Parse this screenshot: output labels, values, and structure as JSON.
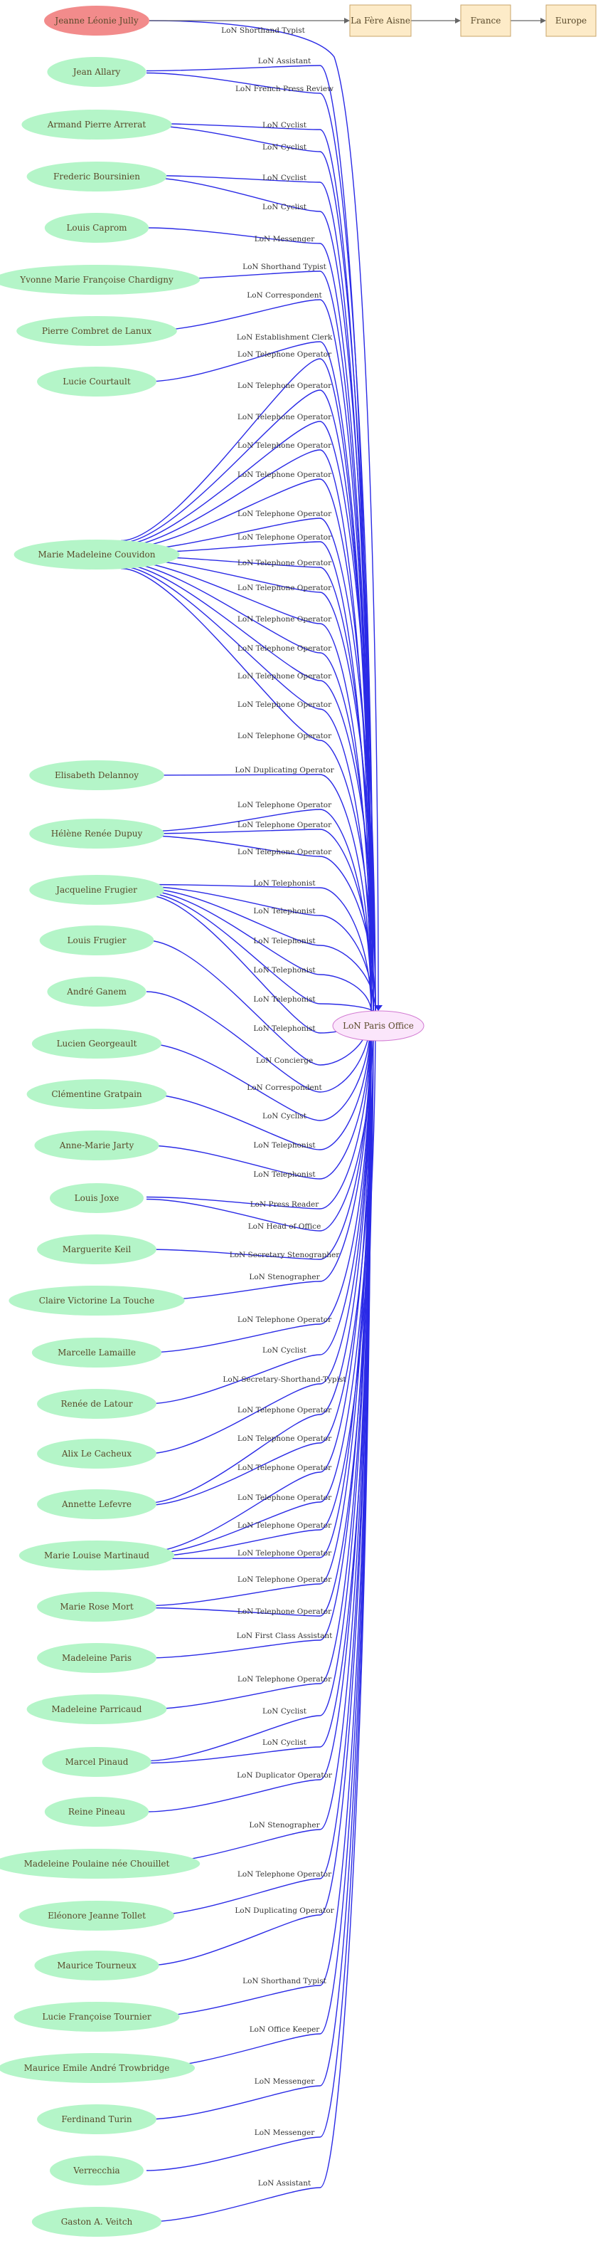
{
  "focus_person": {
    "name": "Jeanne Léonie Jully",
    "color": "#f28b8b"
  },
  "places": [
    {
      "id": "la-fere",
      "label": "La Fère Aisne"
    },
    {
      "id": "france",
      "label": "France"
    },
    {
      "id": "europe",
      "label": "Europe"
    }
  ],
  "office": {
    "label": "LoN Paris Office",
    "fill": "#fbe6fb",
    "stroke": "#d27ad2"
  },
  "colors": {
    "person_fill": "#b4f5c8",
    "edge": "#2a2ae6",
    "place_fill": "#fdebc8"
  },
  "people": [
    {
      "name": "Jean Allary",
      "roles": [
        "LoN Assistant",
        "LoN French Press Review"
      ]
    },
    {
      "name": "Armand Pierre Arrerat",
      "roles": [
        "LoN Cyclist",
        "LoN Cyclist"
      ]
    },
    {
      "name": "Frederic Boursinien",
      "roles": [
        "LoN Cyclist",
        "LoN Cyclist"
      ]
    },
    {
      "name": "Louis Caprom",
      "roles": [
        "LoN Messenger"
      ]
    },
    {
      "name": "Yvonne Marie Françoise Chardigny",
      "roles": [
        "LoN Shorthand Typist"
      ]
    },
    {
      "name": "Pierre Combret de Lanux",
      "roles": [
        "LoN Correspondent"
      ]
    },
    {
      "name": "Lucie Courtault",
      "roles": [
        "LoN Establishment Clerk"
      ]
    },
    {
      "name": "Marie Madeleine Couvidon",
      "roles": [
        "LoN Telephone Operator",
        "LoN Telephone Operator",
        "LoN Telephone Operator",
        "LoN Telephone Operator",
        "LoN Telephone Operator",
        "LoN Telephone Operator",
        "LoN Telephone Operator",
        "LoN Telephone Operator",
        "LoN Telephone Operator",
        "LoN Telephone Operator",
        "LoN Telephone Operator",
        "LoN Telephone Operator",
        "LoN Telephone Operator",
        "LoN Telephone Operator"
      ]
    },
    {
      "name": "Elisabeth Delannoy",
      "roles": [
        "LoN Duplicating Operator"
      ]
    },
    {
      "name": "Hélène Renée Dupuy",
      "roles": [
        "LoN Telephone Operator",
        "LoN Telephone Operator",
        "LoN Telephone Operator"
      ]
    },
    {
      "name": "Jacqueline Frugier",
      "roles": [
        "LoN Telephonist",
        "LoN Telephonist",
        "LoN Telephonist",
        "LoN Telephonist",
        "LoN Telephonist",
        "LoN Telephonist"
      ]
    },
    {
      "name": "Louis  Frugier",
      "roles": [
        "LoN Concierge"
      ]
    },
    {
      "name": "André Ganem",
      "roles": [
        "LoN Correspondent"
      ]
    },
    {
      "name": "Lucien Georgeault",
      "roles": [
        "LoN Cyclist"
      ]
    },
    {
      "name": "Clémentine Gratpain",
      "roles": [
        "LoN Telephonist"
      ]
    },
    {
      "name": "Anne-Marie Jarty",
      "roles": [
        "LoN Telephonist"
      ]
    },
    {
      "name": "Louis Joxe",
      "roles": [
        "LoN Press Reader",
        "LoN Head of Office"
      ]
    },
    {
      "name": "Marguerite Keil",
      "roles": [
        "LoN Secretary Stenographer"
      ]
    },
    {
      "name": "Claire Victorine La Touche",
      "roles": [
        "LoN Stenographer"
      ]
    },
    {
      "name": "Marcelle Lamaille",
      "roles": [
        "LoN Telephone Operator"
      ]
    },
    {
      "name": "Renée de Latour",
      "roles": [
        "LoN Cyclist"
      ]
    },
    {
      "name": "Alix Le Cacheux",
      "roles": [
        "LoN Secretary-Shorthand-Typist"
      ]
    },
    {
      "name": "Annette Lefevre",
      "roles": [
        "LoN Telephone Operator",
        "LoN Telephone Operator"
      ]
    },
    {
      "name": "Marie Louise Martinaud",
      "roles": [
        "LoN Telephone Operator",
        "LoN Telephone Operator",
        "LoN Telephone Operator",
        "LoN Telephone Operator"
      ]
    },
    {
      "name": "Marie Rose Mort",
      "roles": [
        "LoN Telephone Operator",
        "LoN Telephone Operator"
      ]
    },
    {
      "name": "Madeleine Paris",
      "roles": [
        "LoN First Class Assistant"
      ]
    },
    {
      "name": "Madeleine Parricaud",
      "roles": [
        "LoN Telephone Operator"
      ]
    },
    {
      "name": "Marcel Pinaud",
      "roles": [
        "LoN Cyclist",
        "LoN Cyclist"
      ]
    },
    {
      "name": "Reine Pineau",
      "roles": [
        "LoN Duplicator Operator"
      ]
    },
    {
      "name": "Madeleine Poulaine née Chouillet",
      "roles": [
        "LoN Stenographer"
      ]
    },
    {
      "name": "Eléonore Jeanne Tollet",
      "roles": [
        "LoN Telephone Operator"
      ]
    },
    {
      "name": "Maurice Tourneux",
      "roles": [
        "LoN Duplicating Operator"
      ]
    },
    {
      "name": "Lucie Françoise Tournier",
      "roles": [
        "LoN Shorthand Typist"
      ]
    },
    {
      "name": "Maurice Emile André Trowbridge",
      "roles": [
        "LoN Office Keeper"
      ]
    },
    {
      "name": "Ferdinand Turin",
      "roles": [
        "LoN Messenger"
      ]
    },
    {
      "name": "Verrecchia",
      "roles": [
        "LoN Messenger"
      ]
    },
    {
      "name": "Gaston A.  Veitch",
      "roles": [
        "LoN Assistant"
      ]
    }
  ],
  "focus_role": "LoN Shorthand Typist"
}
